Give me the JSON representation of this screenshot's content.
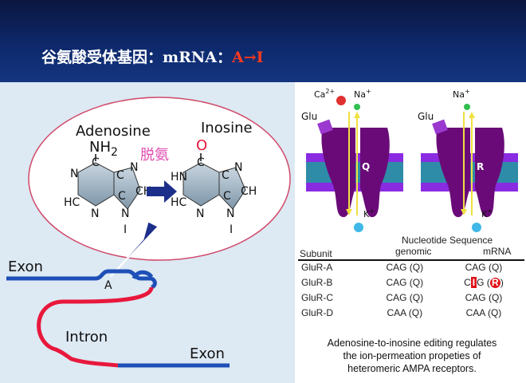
{
  "header": {
    "title_prefix": "谷氨酸受体基因：mRNA：",
    "title_accent": "A→I"
  },
  "molecules": {
    "adenosine_label": "Adenosine",
    "inosine_label": "Inosine",
    "amine_group": "NH",
    "amine_subscript": "2",
    "oxygen": "O",
    "deamination_label": "脱氨",
    "atoms": {
      "N": "N",
      "C": "C",
      "H": "H",
      "CH": "CH",
      "HN": "HN",
      "HC": "HC"
    },
    "bond_mark": "I"
  },
  "gene": {
    "exon_left": "Exon",
    "exon_right": "Exon",
    "intron": "Intron",
    "site": "A"
  },
  "receptors": {
    "ions_top": [
      "Ca2+",
      "Na+"
    ],
    "ca_base": "Ca",
    "ca_sup": "2+",
    "na_base": "Na",
    "na_sup": "+",
    "glu": "Glu",
    "k_base": "K",
    "k_sup": "+",
    "channel_q": "Q",
    "channel_r": "R"
  },
  "table": {
    "header_subunit": "Subunit",
    "header_nucleotide": "Nucleotide",
    "header_sequence": "Sequence",
    "header_genomic": "genomic",
    "header_mrna": "mRNA",
    "rows": [
      {
        "subunit": "GluR-A",
        "genomic": "CAG (Q)",
        "mrna": "CAG (Q)"
      },
      {
        "subunit": "GluR-B",
        "genomic": "CAG (Q)",
        "mrna_prefix": "C",
        "mrna_highlight": "I",
        "mrna_mid": "G (",
        "mrna_circle": "R",
        "mrna_suffix": ")"
      },
      {
        "subunit": "GluR-C",
        "genomic": "CAG (Q)",
        "mrna": "CAG (Q)"
      },
      {
        "subunit": "GluR-D",
        "genomic": "CAA (Q)",
        "mrna": "CAA (Q)"
      }
    ]
  },
  "caption": {
    "line1": "Adenosine-to-inosine editing regulates",
    "line2": "the ion-permeation propeties of",
    "line3": "heteromeric AMPA receptors."
  },
  "colors": {
    "header_bg": "#0e2a6e",
    "accent_red": "#ff3a1e",
    "exon_blue": "#1e4fb8",
    "intron_red": "#e8183c",
    "receptor_purple": "#6a0a78",
    "membrane_purple": "#8a2be2",
    "membrane_teal": "#2e8ca8",
    "arrow_navy": "#1c2f8a",
    "ring_gray": "#9fb4c4",
    "oval_border": "#d04a6a"
  }
}
